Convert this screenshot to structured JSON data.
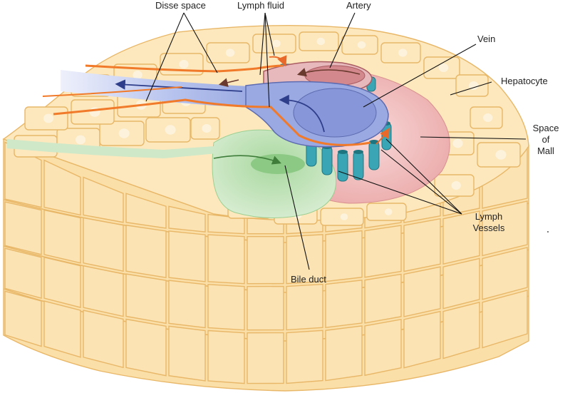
{
  "labels": {
    "disse_space": "Disse space",
    "lymph_fluid": "Lymph fluid",
    "artery": "Artery",
    "vein": "Vein",
    "hepatocyte": "Hepatocyte",
    "space_of_mall_line1": "Space",
    "space_of_mall_line2": "of",
    "space_of_mall_line3": "Mall",
    "lymph_vessels_line1": "Lymph",
    "lymph_vessels_line2": "Vessels",
    "bile_duct": "Bile duct"
  },
  "colors": {
    "hepatocyte": "#fbe3b4",
    "hepatocyte_border": "#e8b768",
    "vein": "#8e9fdc",
    "artery": "#d99a9e",
    "space_of_mall": "#f0b9b9",
    "bile_duct": "#cfe8c8",
    "lymph_vessel": "#3aa6b5",
    "disse_space": "#f07a2a"
  },
  "icons": {
    "flow_arrows": "blood-flow-arrow-icon"
  }
}
